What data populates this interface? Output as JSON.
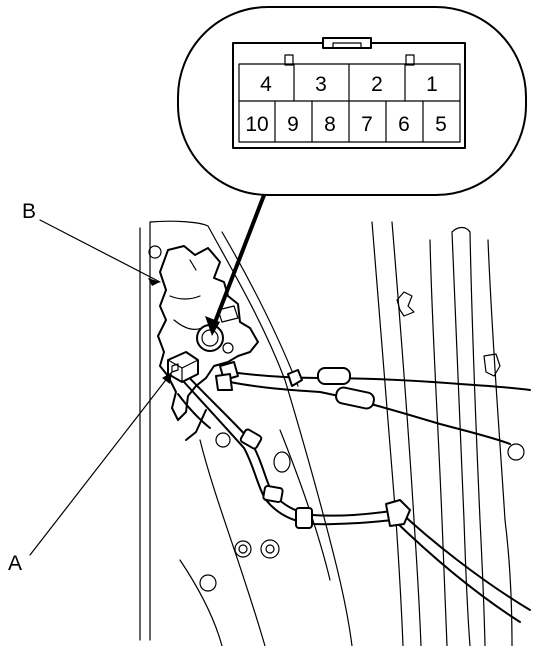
{
  "callouts": {
    "a": "A",
    "b": "B"
  },
  "connector": {
    "top_row": [
      "4",
      "3",
      "2",
      "1"
    ],
    "bottom_row": [
      "10",
      "9",
      "8",
      "7",
      "6",
      "5"
    ]
  }
}
